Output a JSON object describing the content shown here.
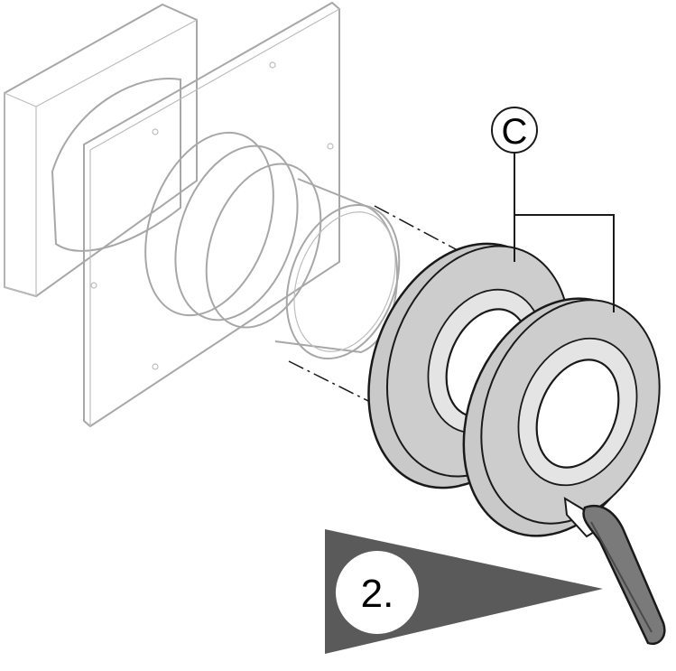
{
  "callout": {
    "letter": "C"
  },
  "step": {
    "label": "2."
  },
  "icons": {
    "wall_plate": "wall-mounting-plate",
    "flue_pipe": "flue-pipe",
    "rosette_rings": "wall-rosette-rings",
    "knife": "utility-knife",
    "direction_arrow": "cut-direction-arrow"
  },
  "colors": {
    "ghost_outline": "#a7a7a7",
    "ring_fill": "#c9c9c9",
    "ring_band": "#e4e4e4",
    "arrow_fill": "#5a5a5a",
    "knife_handle": "#7a7a7a",
    "line": "#1a1a1a"
  }
}
